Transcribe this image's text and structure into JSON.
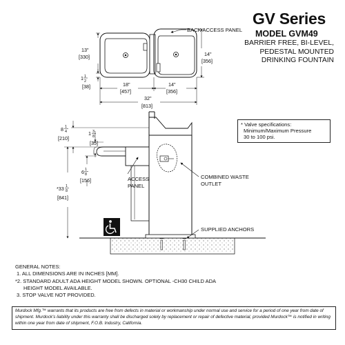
{
  "header": {
    "series": "GV Series",
    "model": "MODEL GVM49",
    "description": [
      "BARRIER FREE, BI-LEVEL,",
      "PEDESTAL MOUNTED",
      "DRINKING FOUNTAIN"
    ]
  },
  "top_view": {
    "callout_back_access": "BACK ACCESS PANEL",
    "dim_depth_in": "13\"",
    "dim_depth_mm": "[330]",
    "dim_depth2_in": "14\"",
    "dim_depth2_mm": "[356]",
    "dim_offset_in": "1",
    "dim_offset_frac_n": "1",
    "dim_offset_frac_d": "2",
    "dim_offset_mm": "[38]",
    "dim_left_in": "18\"",
    "dim_left_mm": "[457]",
    "dim_right_in": "14\"",
    "dim_right_mm": "[356]",
    "dim_total_in": "32\"",
    "dim_total_mm": "[813]"
  },
  "side_view": {
    "dim_top_in": "8",
    "dim_top_frac_n": "1",
    "dim_top_frac_d": "4",
    "dim_top_mm": "[210]",
    "dim_bubbler_in": "1",
    "dim_bubbler_frac_n": "3",
    "dim_bubbler_frac_d": "8",
    "dim_bubbler_mm": "[35]",
    "dim_low_in": "6",
    "dim_low_frac_n": "1",
    "dim_low_frac_d": "8",
    "dim_low_mm": "[156]",
    "dim_height_in": "*33",
    "dim_height_frac_n": "1",
    "dim_height_frac_d": "8",
    "dim_height_mm": "[841]",
    "callout_access_panel": [
      "ACCESS",
      "PANEL"
    ],
    "callout_waste": [
      "COMBINED WASTE",
      "OUTLET"
    ],
    "callout_anchors": "SUPPLIED ANCHORS",
    "accessibility_icon": "wheelchair-icon"
  },
  "valve_box": {
    "lines": [
      "* Valve specifications:",
      "Minimum/Maximum Pressure",
      "30 to 100 psi."
    ]
  },
  "notes": {
    "title": "GENERAL NOTES:",
    "items": [
      "1. ALL DIMENSIONS ARE IN INCHES [MM].",
      "*2. STANDARD ADULT ADA HEIGHT MODEL SHOWN. OPTIONAL -CH30 CHILD ADA",
      "       HEIGHT MODEL AVAILABLE.",
      "3. STOP VALVE NOT PROVIDED."
    ]
  },
  "warranty": {
    "text": "Murdock Mfg.™ warrants that its products are free from defects in material or workmanship under normal use and service for a period of one year from date of shipment. Murdock's liability under this warranty shall be discharged solely by replacement or repair of defective material, provided Murdock™ is notified in writing within one year from date of shipment, F.O.B. Industry, California."
  }
}
